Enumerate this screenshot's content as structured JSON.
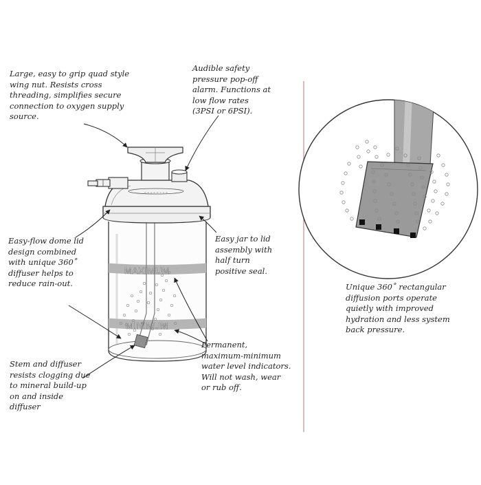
{
  "callouts": {
    "wingnut": "Large, easy to grip quad style\nwing nut.  Resists cross\nthreading, simplifies secure\nconnection to oxygen supply\nsource.",
    "alarm": "Audible safety\npressure  pop-off\nalarm. Functions at\nlow flow rates\n(3PSI or 6PSI).",
    "dome": "Easy-flow dome lid\ndesign combined\nwith unique 360˚\ndiffuser helps to\nreduce rain-out.",
    "jar": "Easy jar to lid\nassembly with\nhalf turn\npositive seal.",
    "stem": "Stem and diffuser\nresists clogging due\nto mineral build-up\non and inside\ndiffuser",
    "levels": "Permanent,\nmaximum-minimum\nwater level indicators.\nWill not wash, wear\nor rub off.",
    "ports": "Unique 360˚ rectangular\ndiffusion ports operate\nquietly with improved\nhydration and less system\nback pressure."
  },
  "bottle": {
    "max_label": "MAXIMUM",
    "min_label": "MINIMUM"
  },
  "colors": {
    "divider": "#c98a8a",
    "band": "#b3b3b3",
    "lid": "#eeeeee",
    "diffuser": "#9a9a9a"
  }
}
